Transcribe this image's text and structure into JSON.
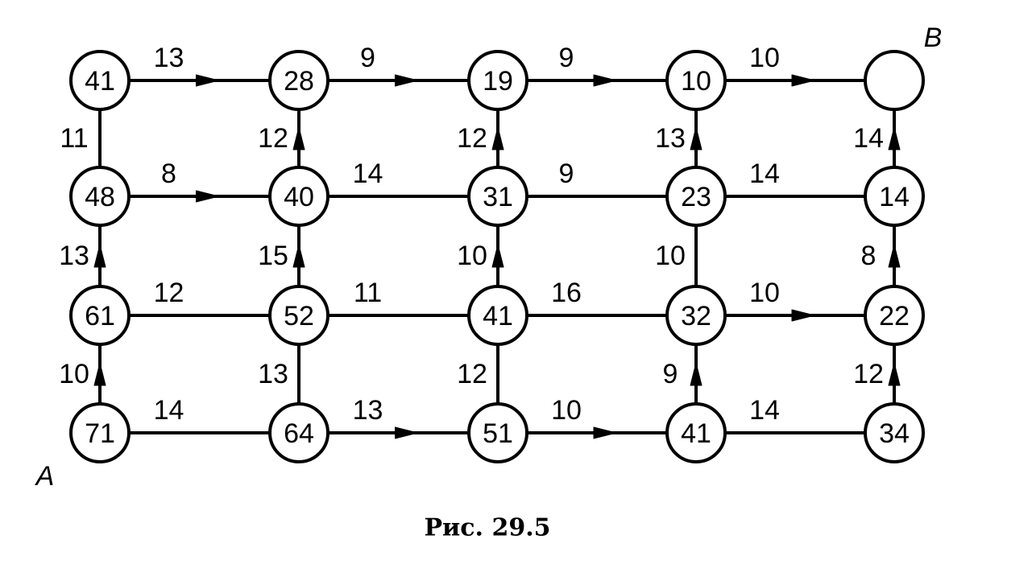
{
  "caption": "Рис. 29.5",
  "start_label": "A",
  "end_label": "B",
  "nodes": [
    [
      "41",
      "28",
      "19",
      "10",
      ""
    ],
    [
      "48",
      "40",
      "31",
      "23",
      "14"
    ],
    [
      "61",
      "52",
      "41",
      "32",
      "22"
    ],
    [
      "71",
      "64",
      "51",
      "41",
      "34"
    ]
  ],
  "horizontal_weights": [
    [
      "13",
      "9",
      "9",
      "10"
    ],
    [
      "8",
      "14",
      "9",
      "14"
    ],
    [
      "12",
      "11",
      "16",
      "10"
    ],
    [
      "14",
      "13",
      "10",
      "14"
    ]
  ],
  "vertical_weights": [
    [
      "11",
      "12",
      "12",
      "13",
      "14"
    ],
    [
      "13",
      "15",
      "10",
      "10",
      "8"
    ],
    [
      "10",
      "13",
      "12",
      "9",
      "12"
    ]
  ],
  "horizontal_arrows": [
    [
      true,
      true,
      true,
      true
    ],
    [
      true,
      false,
      false,
      false
    ],
    [
      false,
      false,
      false,
      true
    ],
    [
      false,
      true,
      true,
      false
    ]
  ],
  "vertical_arrows": [
    [
      false,
      true,
      true,
      true,
      true
    ],
    [
      true,
      true,
      true,
      false,
      true
    ],
    [
      true,
      false,
      false,
      true,
      true
    ]
  ]
}
